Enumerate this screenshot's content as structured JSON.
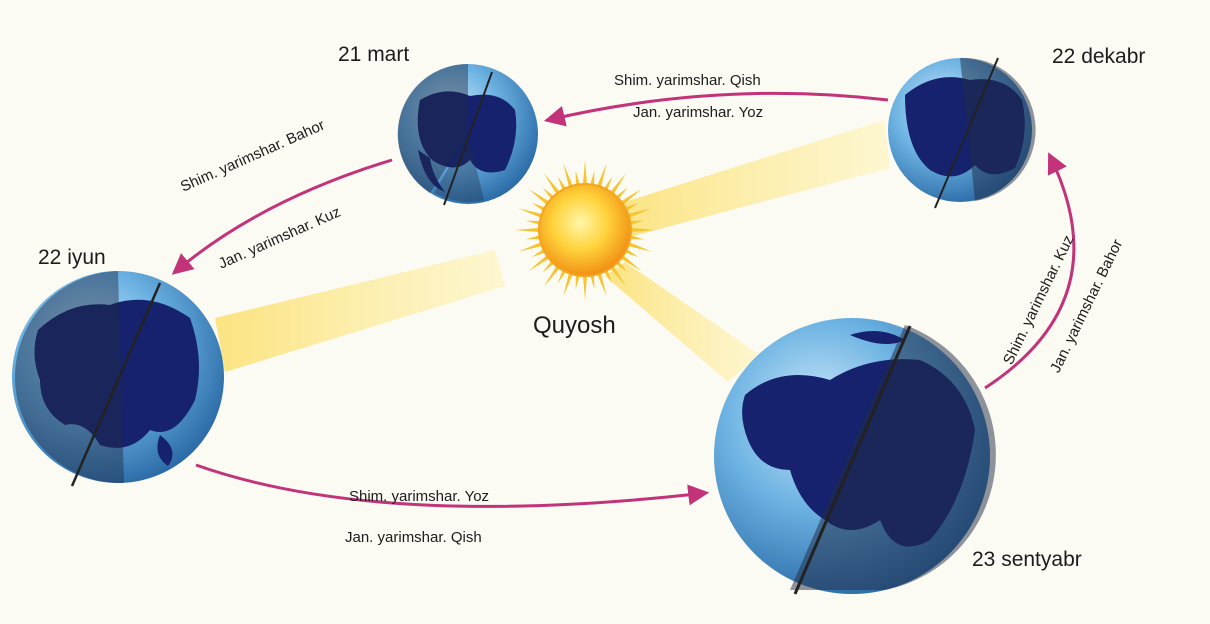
{
  "sun": {
    "label": "Quyosh"
  },
  "positions": {
    "march": {
      "date": "21 mart"
    },
    "june": {
      "date": "22 iyun"
    },
    "september": {
      "date": "23 sentyabr"
    },
    "december": {
      "date": "22 dekabr"
    }
  },
  "transitions": {
    "march_to_june": {
      "north": "Shim. yarimshar. Bahor",
      "south": "Jan. yarimshar. Kuz"
    },
    "june_to_september": {
      "north": "Shim. yarimshar. Yoz",
      "south": "Jan. yarimshar. Qish"
    },
    "september_to_december": {
      "north": "Shim. yarimshar. Kuz",
      "south": "Jan. yarimshar. Bahor"
    },
    "december_to_march": {
      "north": "Shim. yarimshar. Qish",
      "south": "Jan. yarimshar. Yoz"
    }
  },
  "colors": {
    "background": "#fbfbf3",
    "arrow": "#c2337a",
    "sun_core": "#f2a81c",
    "sun_rays": "#f6c431",
    "light_beam": "#fbe79a",
    "ocean": "#5fa8dc",
    "land": "#16226e",
    "night": "#1f2a44"
  }
}
